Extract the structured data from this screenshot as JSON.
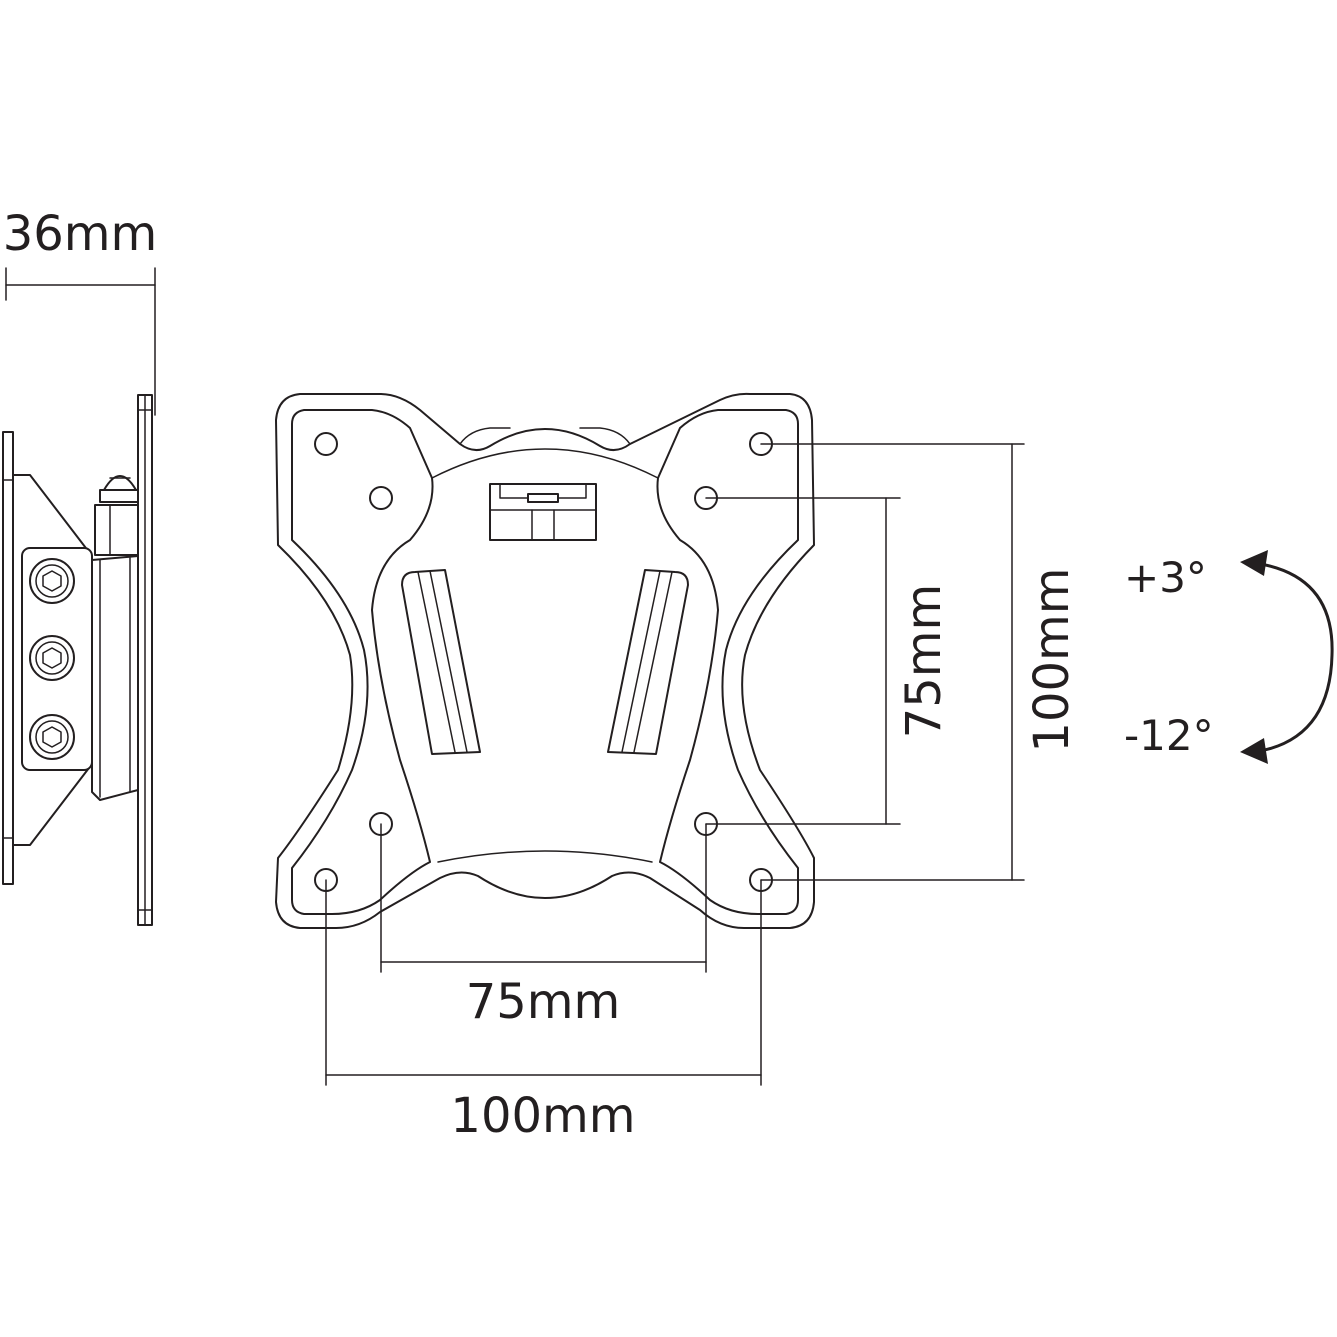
{
  "labels": {
    "depth": "36mm",
    "hole_spacing_inner_h": "75mm",
    "hole_spacing_outer_h": "100mm",
    "hole_spacing_inner_v": "75mm",
    "hole_spacing_outer_v": "100mm",
    "tilt_up": "+3°",
    "tilt_down": "-12°"
  }
}
